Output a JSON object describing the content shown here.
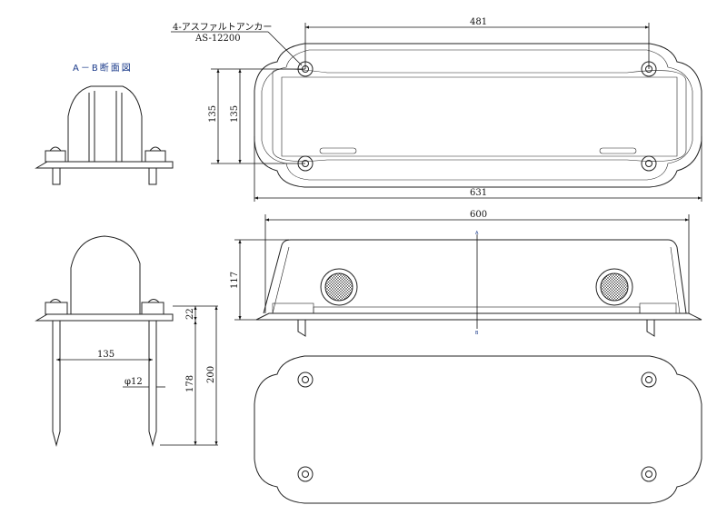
{
  "section_title": "A－B断面図",
  "anchor_label": "4-アスファルトアンカー",
  "anchor_model": "AS-12200",
  "dimensions": {
    "top_width_inner": "481",
    "top_width_outer": "631",
    "top_height_outer": "135",
    "top_height_inner": "135",
    "side_width": "600",
    "side_height": "117",
    "section_flange": "22",
    "section_pitch": "135",
    "section_diameter": "φ12",
    "section_anchor_length": "178",
    "section_total_height": "200"
  },
  "section_marks": {
    "a": "A",
    "b": "B"
  },
  "colors": {
    "line": "#222222",
    "title": "#1a3a8a"
  }
}
